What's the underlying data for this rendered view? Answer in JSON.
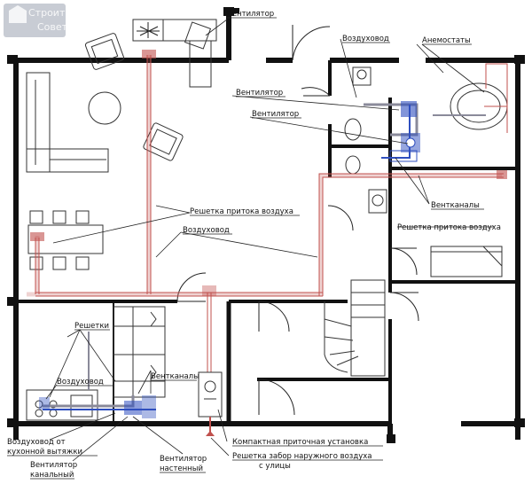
{
  "watermark": {
    "line1": "Строительство",
    "line2": "Советы"
  },
  "labels": {
    "fan_top": "Вентилятор",
    "duct_top": "Воздуховод",
    "anemostats": "Анемостаты",
    "fan_mid1": "Вентилятор",
    "fan_mid2": "Вентилятор",
    "vent_channels_right": "Вентканалы",
    "supply_grille_center": "Решетка притока воздуха",
    "supply_grille_right": "Решетка притока воздуха",
    "duct_center": "Воздуховод",
    "grilles": "Решетки",
    "duct_kitchen": "Воздуховод",
    "vent_channels_bottom": "Вентканалы",
    "duct_from_hood_1": "Воздуховод от",
    "duct_from_hood_2": "кухонной вытяжки",
    "fan_channel_1": "Вентилятор",
    "fan_channel_2": "канальный",
    "fan_wall_1": "Вентилятор",
    "fan_wall_2": "настенный",
    "compact_supply_unit": "Компактная приточная установка",
    "outdoor_intake_1": "Решетка забор наружного воздуха",
    "outdoor_intake_2": "с улицы"
  },
  "colors": {
    "supply_duct": "#c0504d",
    "exhaust_duct": "#2f4fbf",
    "wall": "#111111",
    "pipe_grey": "#8a8a9a"
  }
}
